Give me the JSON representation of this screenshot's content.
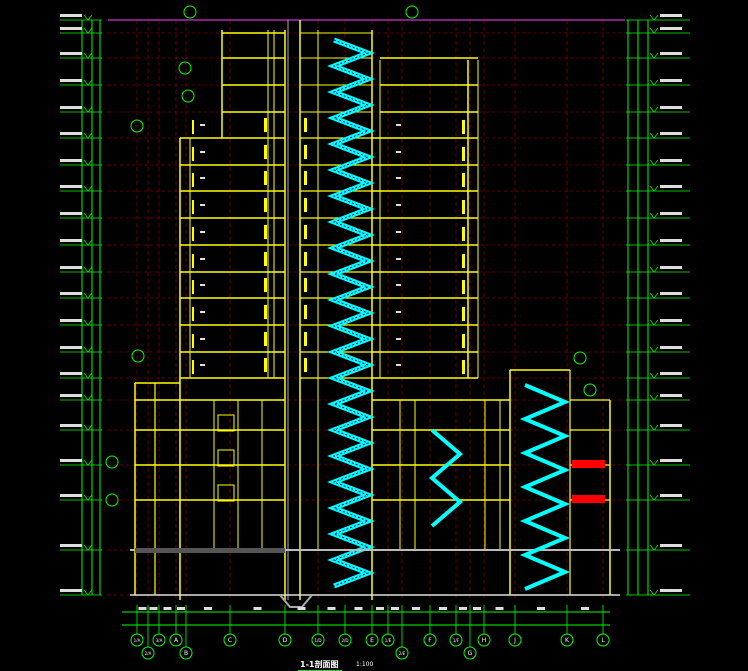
{
  "drawing": {
    "title": "1-1剖面图",
    "scale": "1:100",
    "axis_labels": [
      "1/A",
      "2/A",
      "3/A",
      "A",
      "B",
      "C",
      "D",
      "1/D",
      "2/D",
      "E",
      "1/E",
      "2/E",
      "F",
      "1/F",
      "G",
      "H",
      "J",
      "K",
      "L"
    ],
    "colors": {
      "background": "#000000",
      "grid": "#00ff00",
      "walls": "#ffff00",
      "stairs": "#00ffff",
      "roof_line": "#cc33cc",
      "axis_dash": "#aa0000",
      "floor_slab": "#ffffff",
      "highlight": "#ff0000"
    }
  }
}
